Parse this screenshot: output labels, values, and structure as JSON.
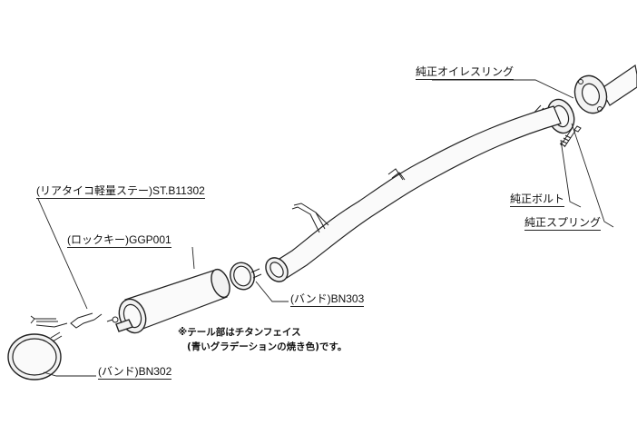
{
  "labels": {
    "oring": "純正オイレスリング",
    "bolt": "純正ボルト",
    "spring": "純正スプリング",
    "stay": "(リアタイコ軽量ステー)ST.B11302",
    "lockkey": "(ロックキー)GGP001",
    "band303": "(バンド)BN303",
    "band302": "(バンド)BN302"
  },
  "note": {
    "line1": "※テール部はチタンフェイス",
    "line2": "(青いグラデーションの焼き色)です。"
  }
}
